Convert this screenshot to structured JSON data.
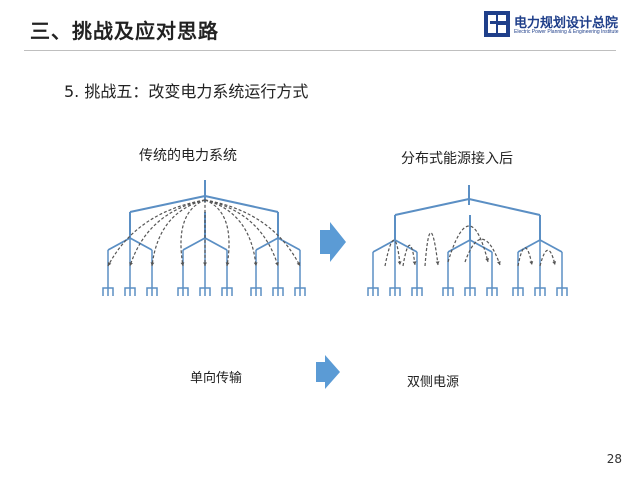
{
  "header": {
    "title": "三、挑战及应对思路",
    "logo": {
      "name_cn": "电力规划设计总院",
      "name_en": "Electric Power Planning & Engineering Institute"
    }
  },
  "subtitle": "5. 挑战五：改变电力系统运行方式",
  "diagrams": {
    "left_label": "传统的电力系统",
    "right_label": "分布式能源接入后"
  },
  "captions": {
    "left": "单向传输",
    "right": "双侧电源"
  },
  "page_number": "28",
  "colors": {
    "tree_line": "#5b8fc4",
    "arrow_fill": "#5b9bd5",
    "dash_line": "#555555",
    "logo_blue": "#1f3f8a"
  }
}
